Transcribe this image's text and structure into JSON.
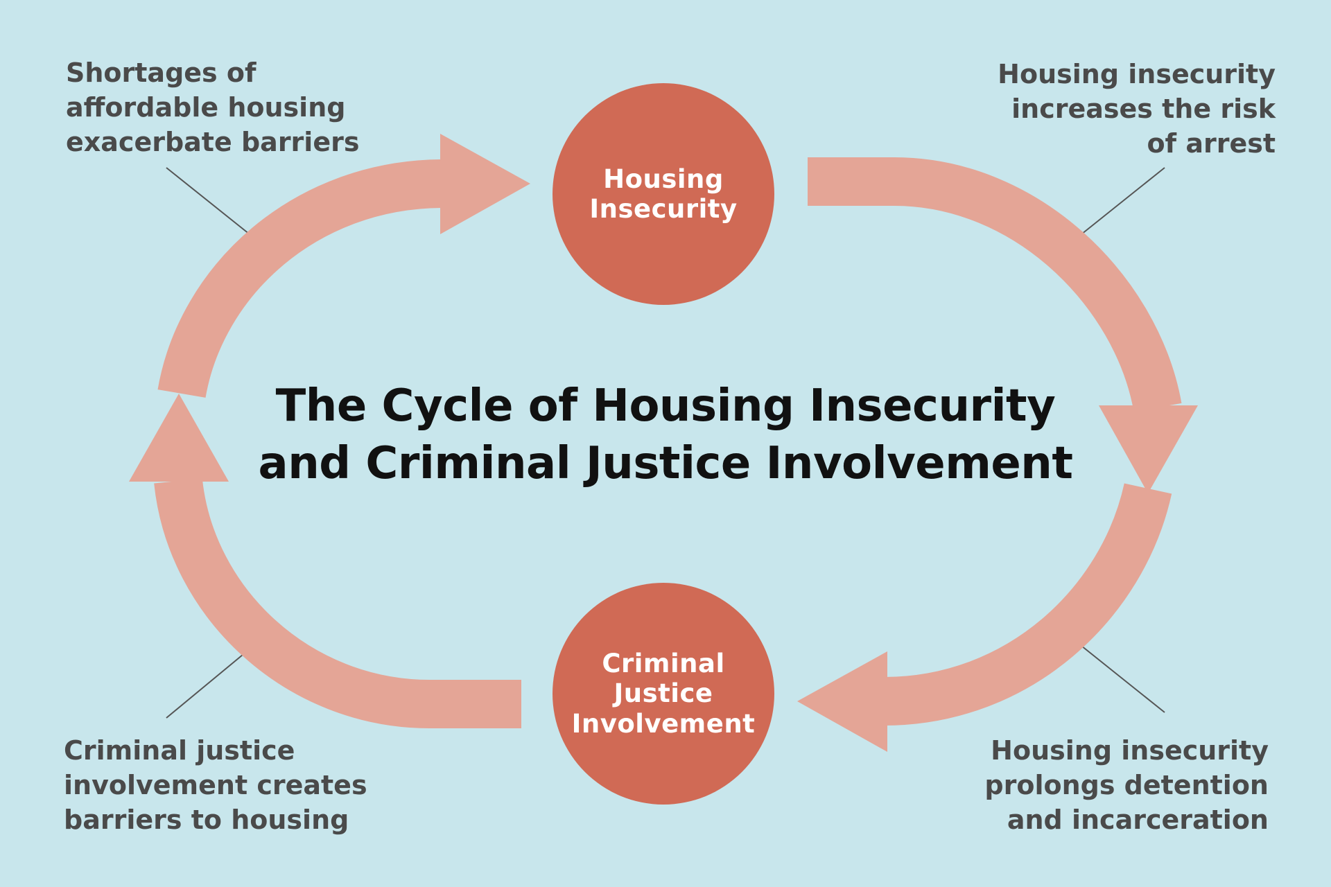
{
  "title": "The Cycle of Housing Insecurity\nand Criminal Justice Involvement",
  "nodes": {
    "top": "Housing\nInsecurity",
    "bottom": "Criminal\nJustice\nInvolvement"
  },
  "captions": {
    "top_left": "Shortages of\naffordable housing\nexacerbate barriers",
    "top_right": "Housing insecurity\nincreases the risk\nof arrest",
    "bottom_left": "Criminal justice\ninvolvement creates\nbarriers to housing",
    "bottom_right": "Housing insecurity\nprolongs detention\nand incarceration"
  },
  "colors": {
    "background": "#c8e6ec",
    "node": "#d06a55",
    "arrow": "#e4a596",
    "title": "#111111",
    "caption": "#4a4a4a",
    "leader_line": "#555555"
  }
}
